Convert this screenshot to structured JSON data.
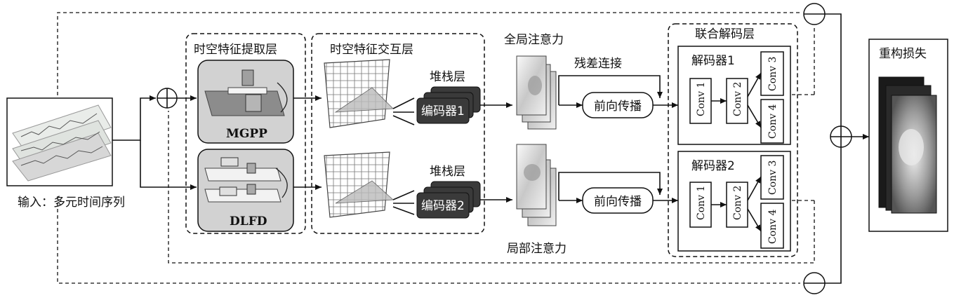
{
  "input": {
    "label": "输入：多元时间序列"
  },
  "extraction": {
    "title": "时空特征提取层",
    "mgpp": "MGPP",
    "dlfd": "DLFD"
  },
  "interaction": {
    "title": "时空特征交互层",
    "stack_top": "堆栈层",
    "stack_bottom": "堆栈层",
    "encoder1": "编码器1",
    "encoder2": "编码器2"
  },
  "attention": {
    "global": "全局注意力",
    "local": "局部注意力",
    "residual": "残差连接",
    "forward_top": "前向传播",
    "forward_bottom": "前向传播"
  },
  "decoding": {
    "title": "联合解码层",
    "decoder1": "解码器1",
    "decoder2": "解码器2",
    "conv1": "Conv 1",
    "conv2": "Conv 2",
    "conv3": "Conv 3",
    "conv4": "Conv 4"
  },
  "output": {
    "label": "重构损失"
  },
  "colors": {
    "ink": "#111111",
    "encoder_fill": "#3a3a3a",
    "panel_fill": "#d4d4d4"
  }
}
